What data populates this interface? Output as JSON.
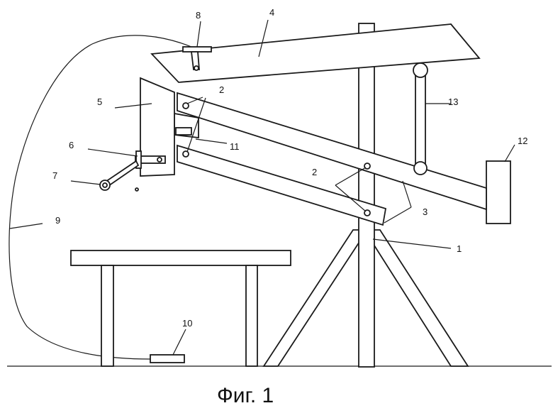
{
  "labels": {
    "l1": "1",
    "l2a": "2",
    "l2b": "2",
    "l3": "3",
    "l4": "4",
    "l5": "5",
    "l6": "6",
    "l7": "7",
    "l8": "8",
    "l9": "9",
    "l10": "10",
    "l11": "11",
    "l12": "12",
    "l13": "13"
  },
  "caption": "Фиг. 1"
}
